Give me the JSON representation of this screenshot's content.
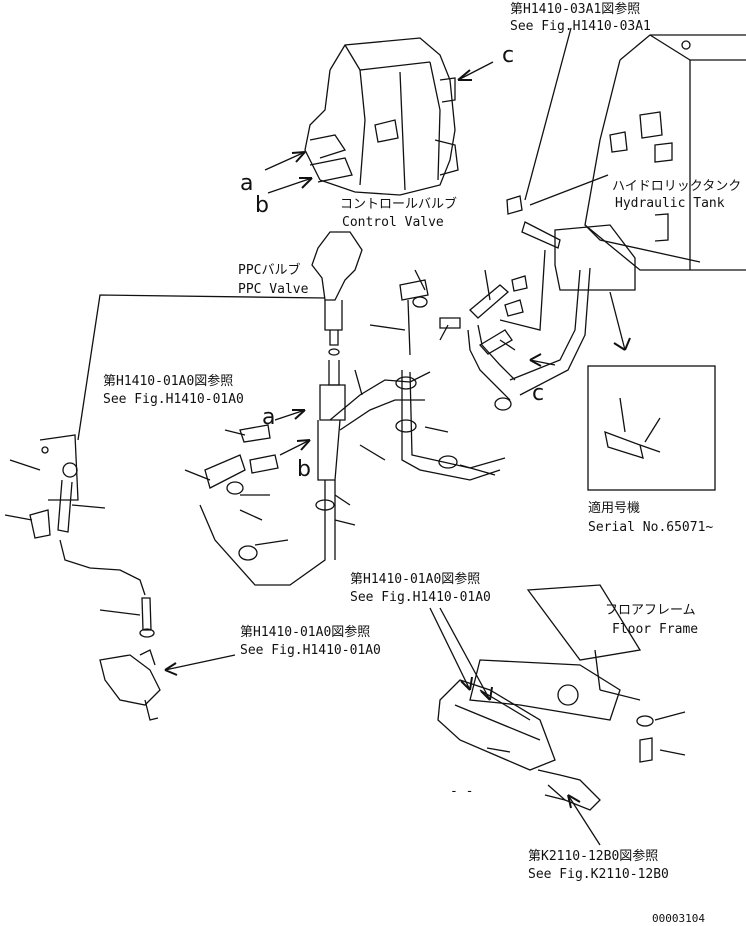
{
  "labels": {
    "ref_top_jp": "第H1410-03A1図参照",
    "ref_top_en": "See Fig.H1410-03A1",
    "tank_jp": "ハイドロリックタンク",
    "tank_en": "Hydraulic Tank",
    "control_valve_jp": "コントロールバルブ",
    "control_valve_en": "Control Valve",
    "ppc_valve_jp": "PPCバルブ",
    "ppc_valve_en": "PPC Valve",
    "ref_mid_jp": "第H1410-01A0図参照",
    "ref_mid_en": "See Fig.H1410-01A0",
    "serial_jp": "適用号機",
    "serial_en": "Serial No.65071~",
    "ref_floor_jp": "第H1410-01A0図参照",
    "ref_floor_en": "See Fig.H1410-01A0",
    "floor_frame_jp": "フロアフレーム",
    "floor_frame_en": "Floor Frame",
    "ref_lower_jp": "第H1410-01A0図参照",
    "ref_lower_en": "See Fig.H1410-01A0",
    "ref_bottom_jp": "第K2110-12B0図参照",
    "ref_bottom_en": "See Fig.K2110-12B0",
    "drawing_number": "00003104",
    "marker_c_top": "c",
    "marker_c_mid": "c",
    "marker_a_top": "a",
    "marker_b_top": "b",
    "marker_a_mid": "a",
    "marker_b_mid": "b",
    "dash_mark": "- -"
  }
}
